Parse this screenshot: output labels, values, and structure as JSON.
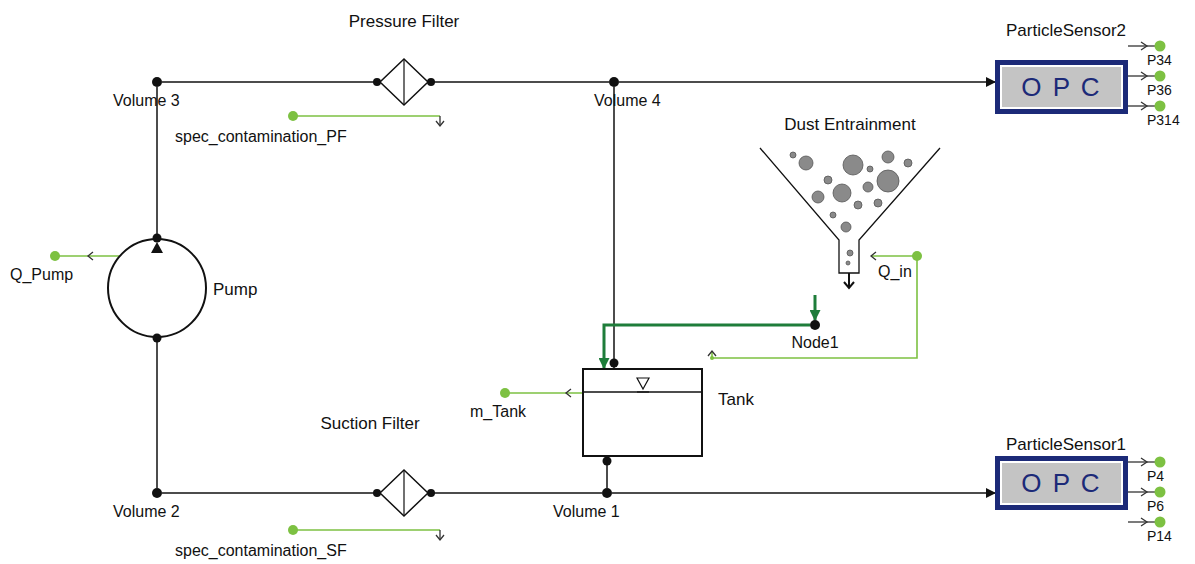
{
  "diagram": {
    "nodes": [
      {
        "text": [
          "Volume 3"
        ]
      },
      {
        "text": [
          "Pressure Filter"
        ]
      },
      {
        "text": [
          "Volume 4"
        ]
      },
      {
        "text": [
          "ParticleSensor2",
          "O P C"
        ]
      },
      {
        "text": [
          "Dust Entrainment"
        ]
      },
      {
        "text": [
          "Pump"
        ]
      },
      {
        "text": [
          "Node1"
        ]
      },
      {
        "text": [
          "Tank"
        ]
      },
      {
        "text": [
          "Volume 2"
        ]
      },
      {
        "text": [
          "Suction Filter"
        ]
      },
      {
        "text": [
          "Volume 1"
        ]
      },
      {
        "text": [
          "ParticleSensor1",
          "O P C"
        ]
      }
    ],
    "edges": [
      {
        "from": 0,
        "to": 1,
        "arrow": "none"
      },
      {
        "from": 1,
        "to": 2,
        "arrow": "none"
      },
      {
        "from": 2,
        "to": 3,
        "arrow": "to"
      },
      {
        "from": 2,
        "to": 7,
        "arrow": "none"
      },
      {
        "from": 5,
        "to": 0,
        "arrow": "none"
      },
      {
        "from": 8,
        "to": 5,
        "arrow": "none"
      },
      {
        "from": 8,
        "to": 9,
        "arrow": "none"
      },
      {
        "from": 9,
        "to": 10,
        "arrow": "none"
      },
      {
        "from": 10,
        "to": 7,
        "arrow": "none"
      },
      {
        "from": 10,
        "to": 11,
        "arrow": "to"
      },
      {
        "from": 4,
        "to": 6,
        "arrow": "to"
      },
      {
        "from": 6,
        "to": 7,
        "arrow": "to"
      }
    ],
    "labels": [
      "spec_contamination_PF",
      "spec_contamination_SF",
      "Q_Pump",
      "m_Tank",
      "Q_in",
      "P34",
      "P36",
      "P314",
      "P4",
      "P6",
      "P14"
    ]
  }
}
